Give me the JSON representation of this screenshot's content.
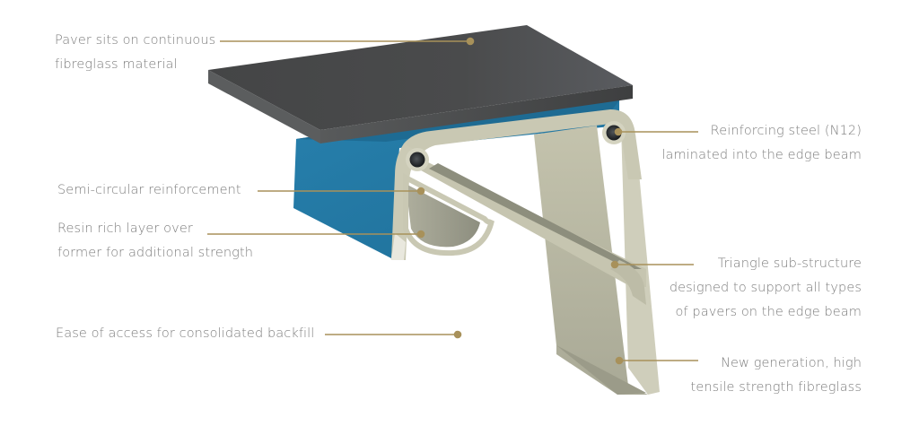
{
  "colors": {
    "leader_line": "#a8915a",
    "label_text": "#7d7d7d",
    "paver": "#4a4b4d",
    "blue_skin": "#2479a6",
    "fibreglass": "#c7c6b1",
    "background": "#ffffff"
  },
  "labels": {
    "paver": {
      "line1": "Paver sits on continuous",
      "line2": "fibreglass material"
    },
    "semi_circular": {
      "line1": "Semi-circular reinforcement"
    },
    "resin": {
      "line1": "Resin rich layer over",
      "line2": "former for additional strength"
    },
    "backfill": {
      "line1": "Ease of access for consolidated backfill"
    },
    "steel": {
      "line1": "Reinforcing steel (N12)",
      "line2": "laminated into the edge beam"
    },
    "triangle": {
      "line1": "Triangle sub-structure",
      "line2": "designed to support all types",
      "line3": "of pavers on the edge beam"
    },
    "fibreglass": {
      "line1": "New generation, high",
      "line2": "tensile strength fibreglass"
    }
  }
}
